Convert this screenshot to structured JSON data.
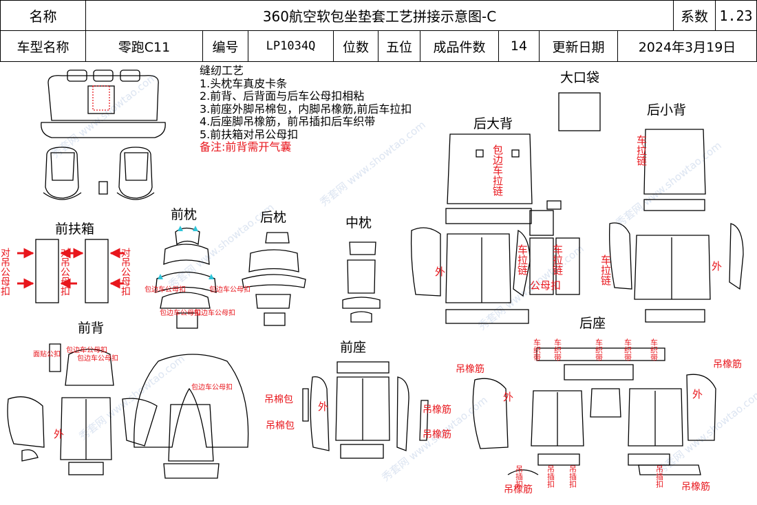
{
  "header": {
    "name_label": "名称",
    "title": "360航空软包坐垫套工艺拼接示意图-C",
    "coef_label": "系数",
    "coef_value": "1.23",
    "model_label": "车型名称",
    "model_value": "零跑C11",
    "code_label": "编号",
    "code_value": "LP1034Q",
    "seats_label": "位数",
    "seats_value": "五位",
    "pieces_label": "成品件数",
    "pieces_value": "14",
    "date_label": "更新日期",
    "date_value": "2024年3月19日"
  },
  "notes": {
    "title": "缝纫工艺",
    "items": [
      "1.头枕车真皮卡条",
      "2.前背、后背面与后车公母扣相粘",
      "3.前座外脚吊棉包，内脚吊橡筋,前后车拉扣",
      "4.后座脚吊橡筋，前吊插扣后车织带",
      "5.前扶箱对吊公母扣"
    ],
    "remark": "备注:前背需开气囊"
  },
  "sections": {
    "big_pocket": "大口袋",
    "rear_big_back": "后大背",
    "rear_small_back": "后小背",
    "front_armrest": "前扶箱",
    "front_headrest": "前枕",
    "rear_headrest": "后枕",
    "mid_headrest": "中枕",
    "front_back": "前背",
    "front_seat": "前座",
    "rear_seat": "后座"
  },
  "annotations": {
    "dui_diao": "对吊公母扣",
    "bao_bian_zip": "包边车拉链",
    "che_la_lian": "车拉链",
    "gong_mu_kou": "公母扣",
    "bao_bian_gm": "包边车公母扣",
    "mian_tie": "面贴公扣",
    "bao_bian_gm_full": "包边车公母扣",
    "wai": "外",
    "diao_mian_bao": "吊棉包",
    "diao_xiang_jin": "吊橡筋",
    "che_zhi_dai": "车织带",
    "diao_cha_kou": "吊插扣"
  },
  "watermark": "秀套网 www.showtao.com",
  "colors": {
    "line": "#000000",
    "annotation": "#e8161c",
    "accent": "#2ec4d8"
  }
}
